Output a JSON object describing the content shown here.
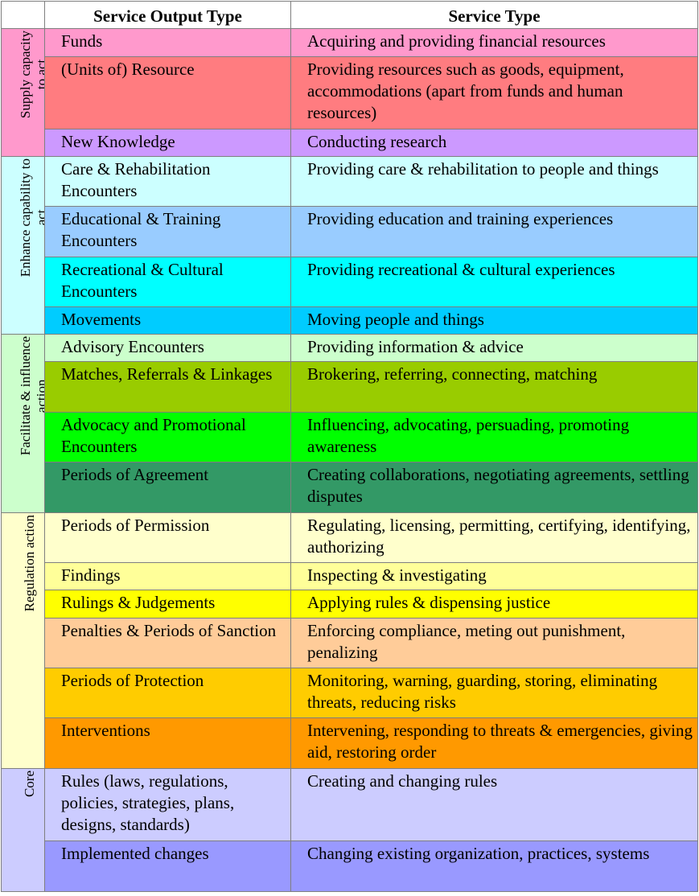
{
  "header": {
    "corner": "",
    "output_label": "Service Output Type",
    "type_label": "Service Type"
  },
  "groups": [
    {
      "label_lines": [
        "Supply capacity",
        "to act"
      ],
      "color": "#ff99cc",
      "rows": [
        {
          "output": "Funds",
          "type": "Acquiring and providing financial resources",
          "color": "#ff99cc"
        },
        {
          "output": "(Units of) Resource",
          "type": "Providing resources such as goods, equipment, accommodations  (apart from funds and human resources)",
          "color": "#ff7c80"
        },
        {
          "output": "New Knowledge",
          "type": "Conducting research",
          "color": "#cc99ff"
        }
      ]
    },
    {
      "label_lines": [
        "Enhance capability to",
        "act"
      ],
      "color": "#ccffff",
      "rows": [
        {
          "output": "Care & Rehabilitation Encounters",
          "type": "Providing care & rehabilitation to people and things",
          "color": "#ccffff"
        },
        {
          "output": "Educational & Training Encounters",
          "type": "Providing education and training experiences",
          "color": "#99ccff"
        },
        {
          "output": "Recreational & Cultural Encounters",
          "type": "Providing recreational & cultural experiences",
          "color": "#00ffff"
        },
        {
          "output": "Movements",
          "type": "Moving people and things",
          "color": "#00ccff"
        }
      ]
    },
    {
      "label_lines": [
        "Facilitate & influence",
        "action"
      ],
      "color": "#ccffcc",
      "rows": [
        {
          "output": "Advisory Encounters",
          "type": "Providing information & advice",
          "color": "#ccffcc"
        },
        {
          "output": "Matches, Referrals & Linkages",
          "type": "Brokering, referring, connecting, matching",
          "color": "#99cc00"
        },
        {
          "output": "Advocacy and Promotional Encounters",
          "type": "Influencing, advocating, persuading, promoting awareness",
          "color": "#00ff00"
        },
        {
          "output": "Periods of Agreement",
          "type": "Creating collaborations, negotiating agreements, settling disputes",
          "color": "#339966"
        }
      ]
    },
    {
      "label_lines": [
        "Regulation action"
      ],
      "color": "#ffffcc",
      "rows": [
        {
          "output": "Periods of Permission",
          "type": "Regulating, licensing, permitting, certifying, identifying, authorizing",
          "color": "#ffffcc"
        },
        {
          "output": "Findings",
          "type": "Inspecting & investigating",
          "color": "#ffff99"
        },
        {
          "output": "Rulings & Judgements",
          "type": "Applying rules & dispensing justice",
          "color": "#ffff00"
        },
        {
          "output": "Penalties & Periods of Sanction",
          "type": "Enforcing compliance, meting out punishment, penalizing",
          "color": "#ffcc99"
        },
        {
          "output": "Periods of Protection",
          "type": "Monitoring, warning, guarding, storing, eliminating threats, reducing risks",
          "color": "#ffcc00"
        },
        {
          "output": "Interventions",
          "type": "Intervening, responding to threats & emergencies, giving aid, restoring order",
          "color": "#ff9900"
        }
      ]
    },
    {
      "label_lines": [
        "Core"
      ],
      "color": "#ccccff",
      "rows": [
        {
          "output": "Rules (laws, regulations, policies, strategies, plans, designs, standards)",
          "type": "Creating and changing rules",
          "color": "#ccccff"
        },
        {
          "output": "Implemented changes",
          "type": "Changing existing organization, practices, systems",
          "color": "#9999ff"
        }
      ]
    }
  ]
}
